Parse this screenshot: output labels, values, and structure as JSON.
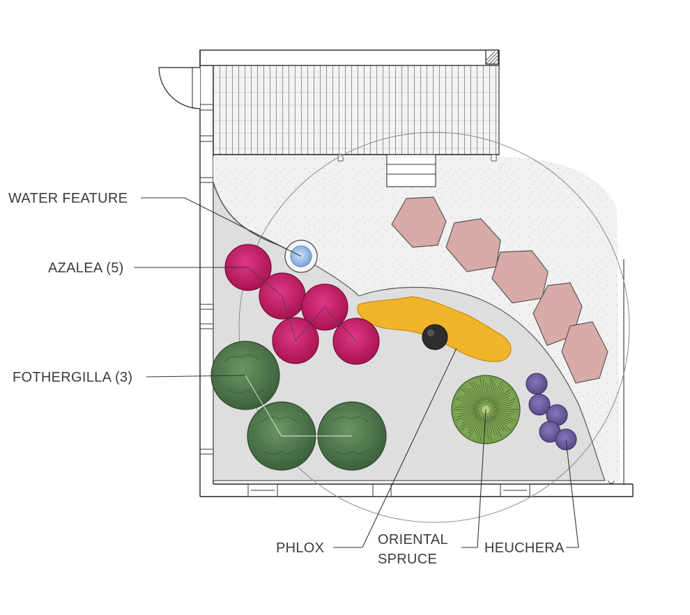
{
  "labels": {
    "water_feature": "WATER FEATURE",
    "azalea": "AZALEA (5)",
    "fothergilla": "FOTHERGILLA (3)",
    "phlox": "PHLOX",
    "oriental_line1": "ORIENTAL",
    "oriental_line2": "SPRUCE",
    "heuchera": "HEUCHERA"
  },
  "plants": [
    {
      "name": "Water Feature",
      "count": 1,
      "color": "#9fc3ea"
    },
    {
      "name": "Azalea",
      "count": 5,
      "color": "#c8236a"
    },
    {
      "name": "Fothergilla",
      "count": 3,
      "color": "#4f7a4c"
    },
    {
      "name": "Phlox",
      "count": 1,
      "color": "#f0b52a"
    },
    {
      "name": "Oriental Spruce",
      "count": 1,
      "color": "#8fb35a"
    },
    {
      "name": "Heuchera",
      "count": 5,
      "color": "#6f5fa1"
    }
  ],
  "colors": {
    "paver": "#d9a9a8",
    "gravel": "#ececec",
    "deck": "#f2f2f2",
    "ink": "#2a2a2a"
  }
}
